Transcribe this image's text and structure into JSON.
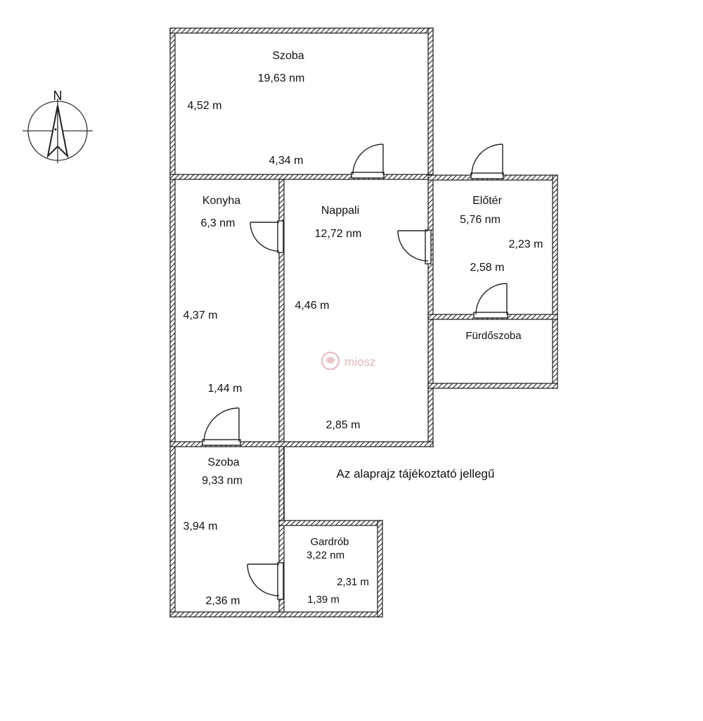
{
  "compass": {
    "north_letter": "N",
    "icon": "north-arrow-icon"
  },
  "rooms": {
    "szoba_top": {
      "name": "Szoba",
      "area": "19,63 nm",
      "dim_a": "4,52 m",
      "dim_b": "4,34 m"
    },
    "konyha": {
      "name": "Konyha",
      "area": "6,3 nm",
      "dim_a": "4,37 m",
      "dim_b": "1,44 m"
    },
    "nappali": {
      "name": "Nappali",
      "area": "12,72 nm",
      "dim_a": "4,46 m",
      "dim_b": "2,85 m"
    },
    "eloter": {
      "name": "Előtér",
      "area": "5,76 nm",
      "dim_a": "2,23 m",
      "dim_b": "2,58 m"
    },
    "furdoszoba": {
      "name": "Fürdőszoba"
    },
    "szoba_bottom": {
      "name": "Szoba",
      "area": "9,33 nm",
      "dim_a": "3,94 m",
      "dim_b": "2,36 m"
    },
    "gardrob": {
      "name": "Gardrób",
      "area": "3,22 nm",
      "dim_a": "2,31 m",
      "dim_b": "1,39 m"
    }
  },
  "note": "Az alaprajz tájékoztató jellegű",
  "watermark": {
    "text": "miosz",
    "color": "#d9a0a6"
  },
  "colors": {
    "wall": "#1a1a1a",
    "door": "#222222"
  }
}
